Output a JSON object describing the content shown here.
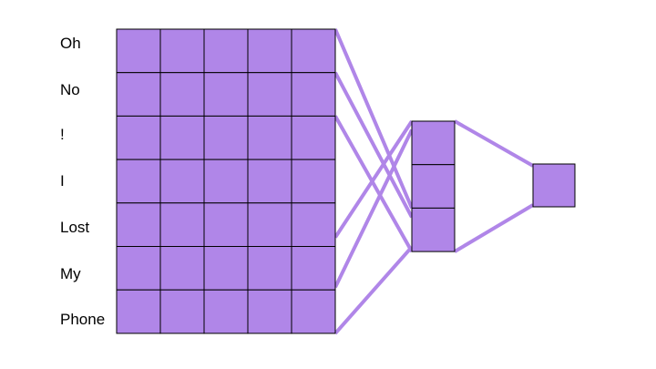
{
  "diagram": {
    "words": [
      "Oh",
      "No",
      "!",
      "I",
      "Lost",
      "My",
      "Phone"
    ],
    "embedding_dim": 5,
    "hidden_units": 3,
    "output_units": 1,
    "colors": {
      "cell_fill": "#b086e8",
      "line": "#b086e8",
      "cell_border": "#000000"
    }
  }
}
